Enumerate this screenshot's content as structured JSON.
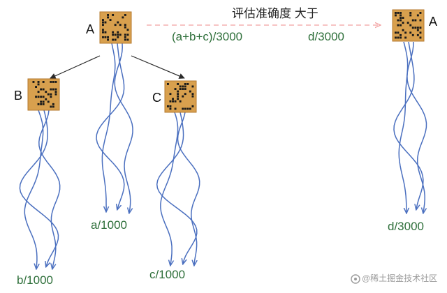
{
  "colors": {
    "board_fill": "#d8a04e",
    "board_border": "#b5792e",
    "stone": "#1a1a1a",
    "rollout": "#4a6fbf",
    "arrow": "#2a2a2a",
    "dashed_arrow": "#f2a0a0",
    "value_text": "#2e6f3a",
    "watermark": "#9a9a9a"
  },
  "icons": {
    "board": "go-board-icon",
    "watermark": "logo-icon"
  },
  "header": {
    "comparison": "评估准确度 大于",
    "left_value": "(a+b+c)/3000",
    "right_value": "d/3000"
  },
  "left_tree": {
    "root_label": "A",
    "children": [
      {
        "label": "B",
        "leaf_value": "b/1000"
      },
      {
        "label": "",
        "leaf_value": "a/1000"
      },
      {
        "label": "C",
        "leaf_value": "c/1000"
      }
    ]
  },
  "right_tree": {
    "root_label": "A",
    "leaf_value": "d/3000"
  },
  "watermark": {
    "text": "@稀土掘金技术社区"
  }
}
